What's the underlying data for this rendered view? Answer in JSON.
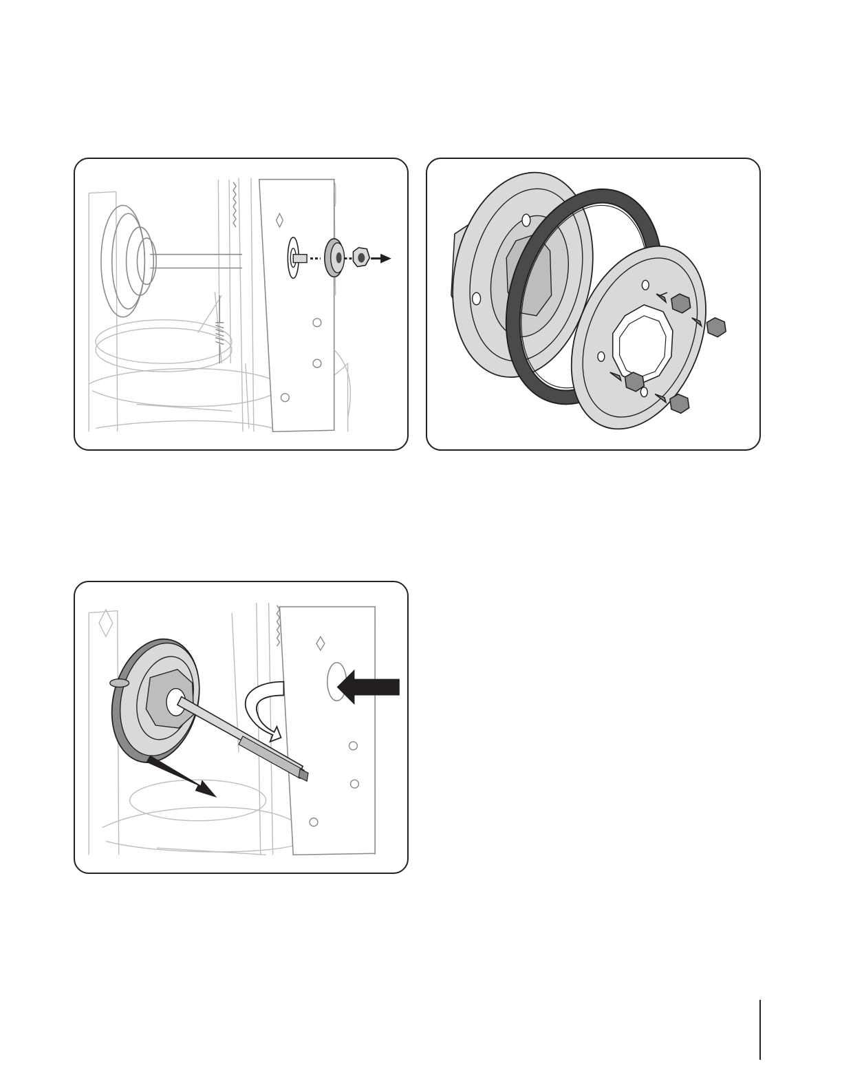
{
  "page": {
    "background": "#ffffff",
    "line_color": "#231f20",
    "part_fill_light": "#d9d9d9",
    "part_fill_mid": "#b8b8b8",
    "part_fill_dark": "#4a4a4a",
    "faint_line": "#bdbdbd"
  },
  "figures": [
    {
      "id": "figure-1",
      "depicts": "drive-shaft-bearing-removal",
      "icons": [
        "bearing-icon",
        "hex-nut-icon",
        "removal-arrow-icon"
      ]
    },
    {
      "id": "figure-2",
      "depicts": "friction-wheel-assembly-exploded",
      "icons": [
        "hub-plate-icon",
        "rubber-ring-icon",
        "friction-plate-icon",
        "hex-bolt-icon"
      ]
    },
    {
      "id": "figure-3",
      "depicts": "hex-shaft-removal",
      "icons": [
        "friction-wheel-icon",
        "push-arrow-icon",
        "rotate-arrow-icon",
        "pull-arrow-icon"
      ]
    }
  ]
}
